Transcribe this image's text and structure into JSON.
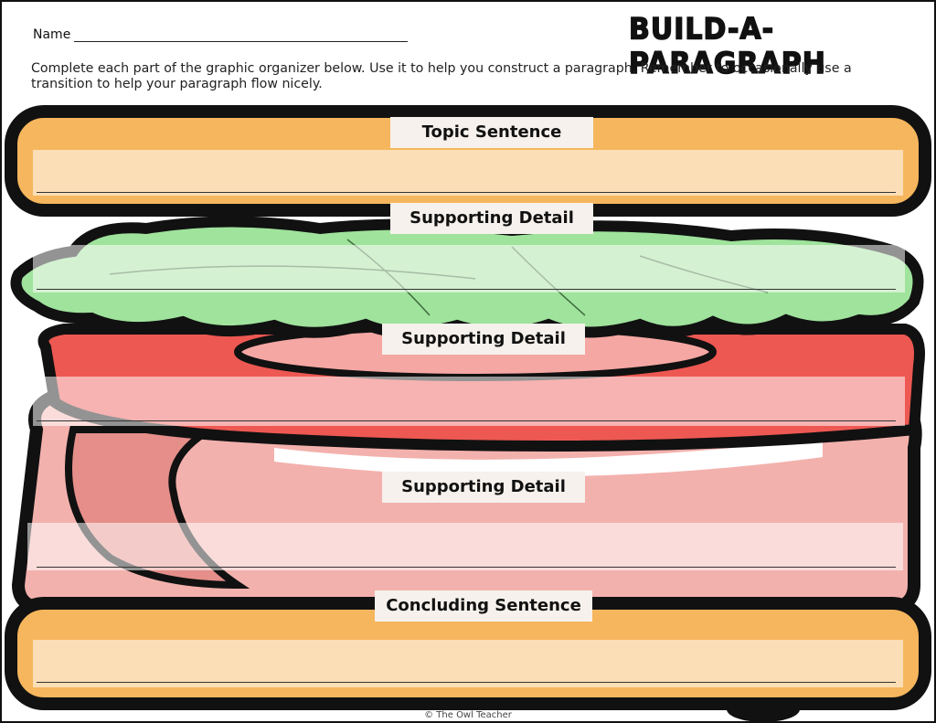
{
  "header": {
    "name_label": "Name",
    "title": "BUILD-A-PARAGRAPH"
  },
  "instructions": "Complete each part of the graphic organizer below. Use it to help you construct a paragraph. Remember to occasionally use a transition to help your paragraph flow nicely.",
  "sections": [
    {
      "label": "Topic Sentence"
    },
    {
      "label": "Supporting Detail"
    },
    {
      "label": "Supporting Detail"
    },
    {
      "label": "Supporting Detail"
    },
    {
      "label": "Concluding Sentence"
    }
  ],
  "footer": "© The Owl Teacher",
  "colors": {
    "bun": "#f5b55e",
    "lettuce": "#9ee39a",
    "tomato": "#ef5a55",
    "ham": "#f4b8b4",
    "outline": "#111111"
  }
}
